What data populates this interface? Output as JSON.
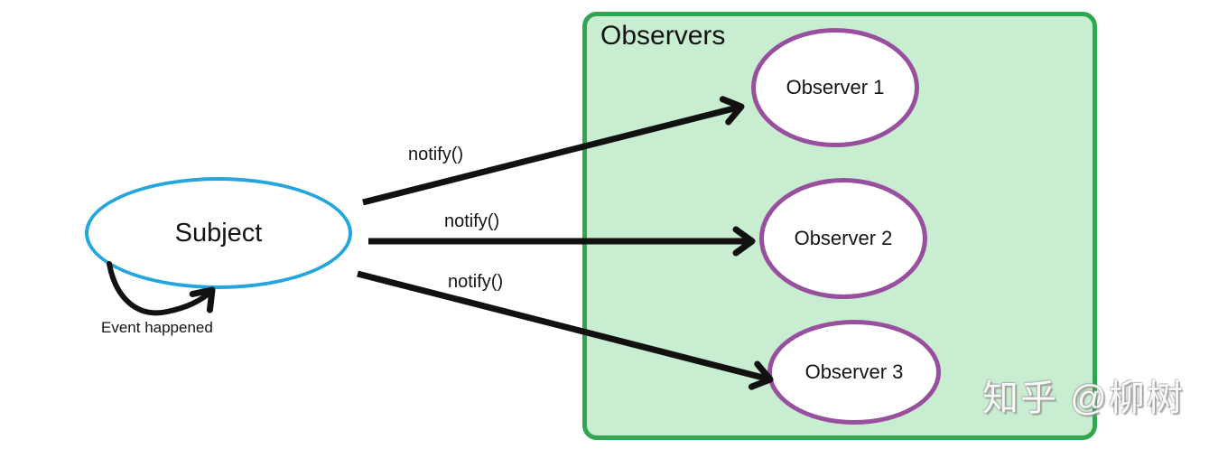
{
  "diagram": {
    "type": "observer-pattern",
    "subject": {
      "label": "Subject"
    },
    "self_loop": {
      "label": "Event happened",
      "attached_to": "Subject"
    },
    "arrows": [
      {
        "label": "notify()",
        "from": "Subject",
        "to": "Observer 1"
      },
      {
        "label": "notify()",
        "from": "Subject",
        "to": "Observer 2"
      },
      {
        "label": "notify()",
        "from": "Subject",
        "to": "Observer 3"
      }
    ],
    "box": {
      "title": "Observers",
      "observers": [
        {
          "label": "Observer 1"
        },
        {
          "label": "Observer 2"
        },
        {
          "label": "Observer 3"
        }
      ]
    },
    "watermark": "知乎 @柳树",
    "colors": {
      "subject_stroke": "#25a5dd",
      "observer_stroke": "#984f9d",
      "box_fill": "#c9edd1",
      "box_stroke": "#2fa64f",
      "arrow": "#111111",
      "background": "#ffffff"
    }
  }
}
